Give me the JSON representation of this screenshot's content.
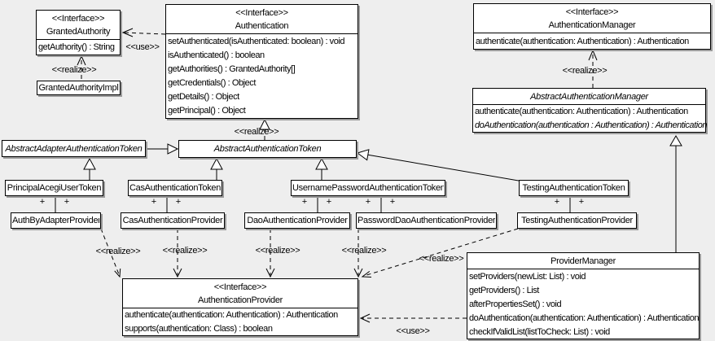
{
  "palette": {
    "background": "#eeeeee",
    "box_fill": "#ffffff",
    "line_color": "#000000",
    "shadow_color": "#9b9b9b"
  },
  "classes": {
    "granted_authority": {
      "stereotype": "<<Interface>>",
      "name": "GrantedAuthority",
      "methods": [
        "getAuthority() : String"
      ]
    },
    "granted_authority_impl": {
      "name": "GrantedAuthorityImpl"
    },
    "authentication": {
      "stereotype": "<<Interface>>",
      "name": "Authentication",
      "methods": [
        "setAuthenticated(isAuthenticated: boolean) : void",
        "isAuthenticated() : boolean",
        "getAuthorities() : GrantedAuthority[]",
        "getCredentials() : Object",
        "getDetails() : Object",
        "getPrincipal() : Object"
      ]
    },
    "authentication_manager": {
      "stereotype": "<<Interface>>",
      "name": "AuthenticationManager",
      "methods": [
        "authenticate(authentication: Authentication) : Authentication"
      ]
    },
    "abstract_authentication_manager": {
      "name": "AbstractAuthenticationManager",
      "methods": [
        "authenticate(authentication: Authentication) : Authentication",
        "doAuthentication(authentication : Authentication) : Authentication"
      ]
    },
    "abstract_adapter_authentication_token": {
      "name": "AbstractAdapterAuthenticationToken"
    },
    "abstract_authentication_token": {
      "name": "AbstractAuthenticationToken"
    },
    "principal_acegi_user_token": {
      "name": "PrincipalAcegiUserToken"
    },
    "cas_authentication_token": {
      "name": "CasAuthenticationToken"
    },
    "username_password_authentication_token": {
      "name": "UsernamePasswordAuthenticationToken"
    },
    "testing_authentication_token": {
      "name": "TestingAuthenticationToken"
    },
    "auth_by_adapter_provider": {
      "name": "AuthByAdapterProvider"
    },
    "cas_authentication_provider": {
      "name": "CasAuthenticationProvider"
    },
    "dao_authentication_provider": {
      "name": "DaoAuthenticationProvider"
    },
    "password_dao_authentication_provider": {
      "name": "PasswordDaoAuthenticationProvider"
    },
    "testing_authentication_provider": {
      "name": "TestingAuthenticationProvider"
    },
    "authentication_provider": {
      "stereotype": "<<Interface>>",
      "name": "AuthenticationProvider",
      "methods": [
        "authenticate(authentication: Authentication) : Authentication",
        "supports(authentication: Class) : boolean"
      ]
    },
    "provider_manager": {
      "name": "ProviderManager",
      "methods": [
        "setProviders(newList: List) : void",
        "getProviders() : List",
        "afterPropertiesSet() : void",
        "doAuthentication(authentication: Authentication) : Authentication",
        "checkIfValidList(listToCheck: List) : void"
      ]
    }
  },
  "edge_labels": {
    "use_granted": "<<use>>",
    "realize_granted_impl": "<<realize>>",
    "realize_abstract_token": "<<realize>>",
    "realize_abstract_manager": "<<realize>>",
    "realize_auth_by_adapter": "<<realize>>",
    "realize_cas": "<<realize>>",
    "realize_dao": "<<realize>>",
    "realize_password_dao": "<<realize>>",
    "realize_testing": "<<realize>>",
    "use_provider_manager": "<<use>>",
    "plus": "+"
  }
}
